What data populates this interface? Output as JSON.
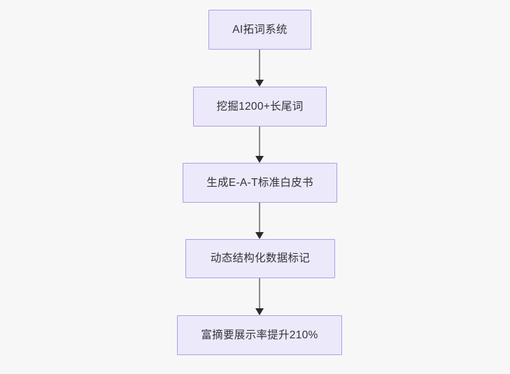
{
  "diagram": {
    "type": "flowchart",
    "orientation": "top-to-bottom",
    "background_color": "#f7f7f8",
    "node_fill_color": "#ece9fb",
    "node_border_color": "#b59bdf",
    "node_text_color": "#333338",
    "connector_line_color": "#8a8a8a",
    "connector_arrowhead_color": "#2a2a2e",
    "nodes": [
      {
        "id": "node-1",
        "label": "AI拓词系统"
      },
      {
        "id": "node-2",
        "label": "挖掘1200+长尾词"
      },
      {
        "id": "node-3",
        "label": "生成E-A-T标准白皮书"
      },
      {
        "id": "node-4",
        "label": "动态结构化数据标记"
      },
      {
        "id": "node-5",
        "label": "富摘要展示率提升210%"
      }
    ],
    "edges": [
      {
        "id": "edge-1",
        "from": "node-1",
        "to": "node-2"
      },
      {
        "id": "edge-2",
        "from": "node-2",
        "to": "node-3"
      },
      {
        "id": "edge-3",
        "from": "node-3",
        "to": "node-4"
      },
      {
        "id": "edge-4",
        "from": "node-4",
        "to": "node-5"
      }
    ]
  }
}
